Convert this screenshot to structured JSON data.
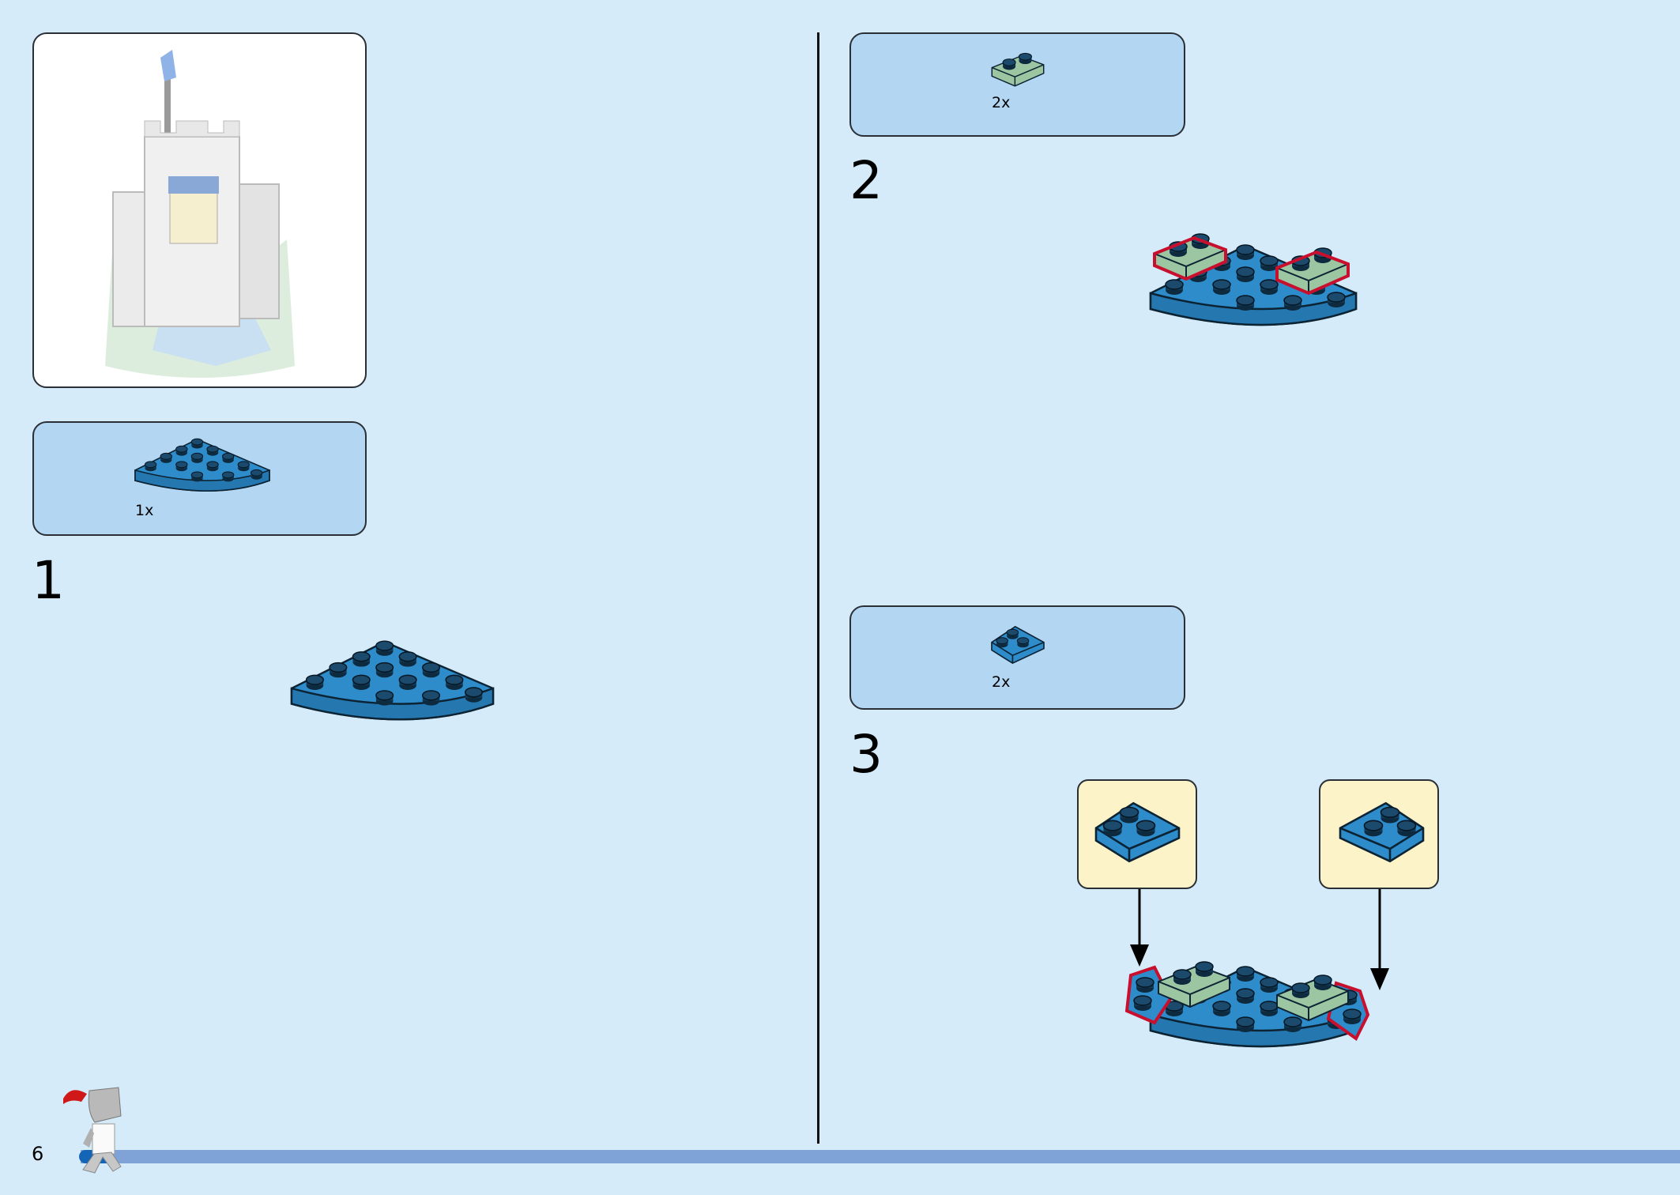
{
  "page": {
    "number": "6"
  },
  "steps": [
    {
      "number": "1",
      "parts": [
        {
          "name": "blue-quarter-round-plate",
          "quantity": "1x"
        }
      ]
    },
    {
      "number": "2",
      "parts": [
        {
          "name": "sand-green-1x2-plate",
          "quantity": "2x"
        }
      ]
    },
    {
      "number": "3",
      "parts": [
        {
          "name": "blue-wedge-plate",
          "quantity": "2x"
        }
      ]
    }
  ],
  "colors": {
    "background": "#d5ebf9",
    "parts_box": "#b3d6f3",
    "brick_blue": "#2e8ccb",
    "sand_green": "#9cc6a2",
    "callout": "#fcf3c9",
    "highlight": "#c8102e",
    "progress_bar": "#7fa3d6"
  }
}
